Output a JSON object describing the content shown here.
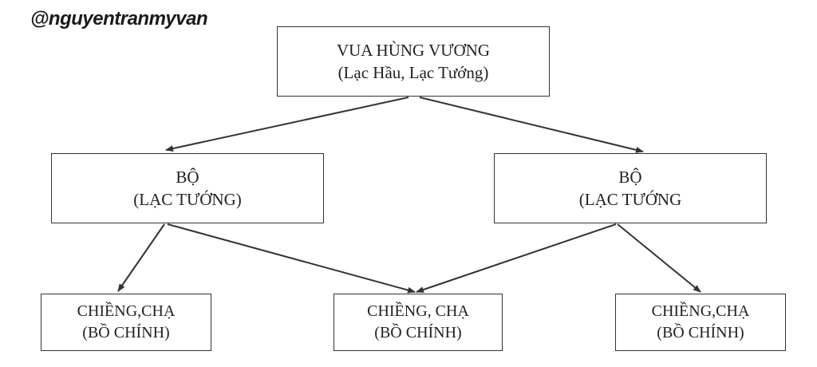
{
  "watermark": "@nguyentranmyvan",
  "nodes": {
    "king": {
      "line1": "VUA HÙNG VƯƠNG",
      "line2": "(Lạc Hầu, Lạc Tướng)"
    },
    "bo_left": {
      "line1": "BỘ",
      "line2": "(LẠC TƯỚNG)"
    },
    "bo_right": {
      "line1": "BỘ",
      "line2": "(LẠC TƯỚNG"
    },
    "chieng_left": {
      "line1": "CHIỀNG,CHẠ",
      "line2": "(BỒ CHÍNH)"
    },
    "chieng_middle": {
      "line1": "CHIỀNG, CHẠ",
      "line2": "(BỒ CHÍNH)"
    },
    "chieng_right": {
      "line1": "CHIỀNG,CHẠ",
      "line2": "(BỒ CHÍNH)"
    }
  },
  "colors": {
    "line": "#333333",
    "text": "#222222"
  }
}
